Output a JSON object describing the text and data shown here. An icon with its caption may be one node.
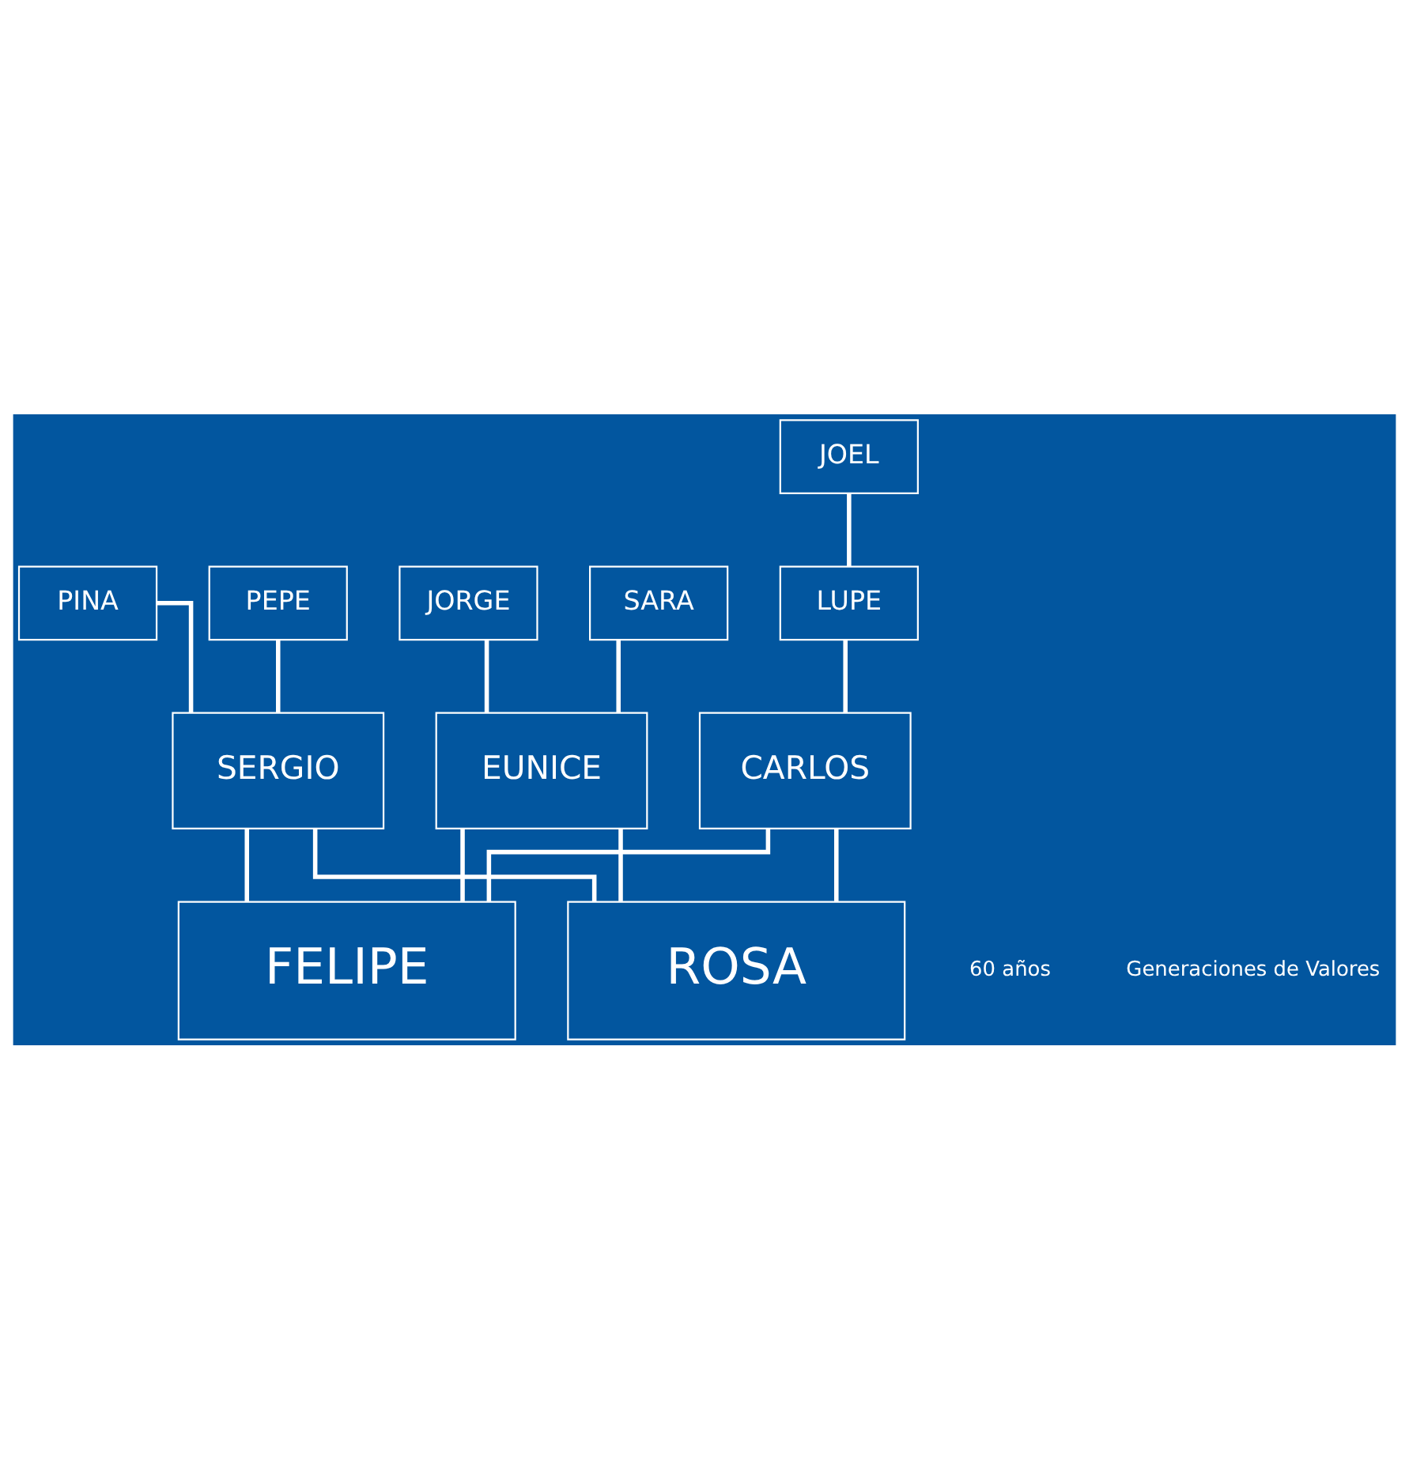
{
  "diagram": {
    "nodes": [
      {
        "text": [
          "JOEL"
        ]
      },
      {
        "text": [
          "SARA"
        ]
      },
      {
        "text": [
          "JORGE"
        ]
      },
      {
        "text": [
          "PEPE"
        ]
      },
      {
        "text": [
          "PINA"
        ]
      },
      {
        "text": [
          "LUPE"
        ]
      },
      {
        "text": [
          "SERGIO"
        ]
      },
      {
        "text": [
          "EUNICE"
        ]
      },
      {
        "text": [
          "CARLOS"
        ]
      },
      {
        "text": [
          "FELIPE"
        ]
      },
      {
        "text": [
          "ROSA"
        ]
      }
    ],
    "edges": [
      {
        "from": 9,
        "to": 6,
        "arrow": "none"
      },
      {
        "from": 9,
        "to": 7,
        "arrow": "none"
      },
      {
        "from": 9,
        "to": 8,
        "arrow": "none"
      },
      {
        "from": 10,
        "to": 6,
        "arrow": "none"
      },
      {
        "from": 10,
        "to": 7,
        "arrow": "none"
      },
      {
        "from": 10,
        "to": 8,
        "arrow": "none"
      },
      {
        "from": 6,
        "to": 3,
        "arrow": "none"
      },
      {
        "from": 6,
        "to": 4,
        "arrow": "none"
      },
      {
        "from": 7,
        "to": 1,
        "arrow": "none"
      },
      {
        "from": 7,
        "to": 2,
        "arrow": "none"
      },
      {
        "from": 8,
        "to": 5,
        "arrow": "none"
      },
      {
        "from": 5,
        "to": 0,
        "arrow": "none"
      }
    ],
    "labels": [
      "60 años",
      "Generaciones de Valores"
    ]
  }
}
